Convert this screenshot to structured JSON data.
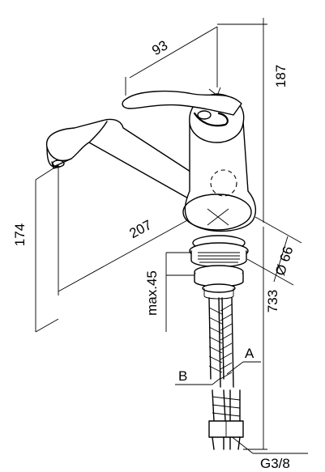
{
  "dimensions": {
    "handle_reach": "93",
    "total_height": "187",
    "spout_height": "174",
    "spout_reach": "207",
    "base_diameter": "Ø 66",
    "max_counter": "max.45",
    "hose_length": "733",
    "connection_thread": "G3/8"
  },
  "hose_labels": {
    "a": "A",
    "b": "B"
  }
}
